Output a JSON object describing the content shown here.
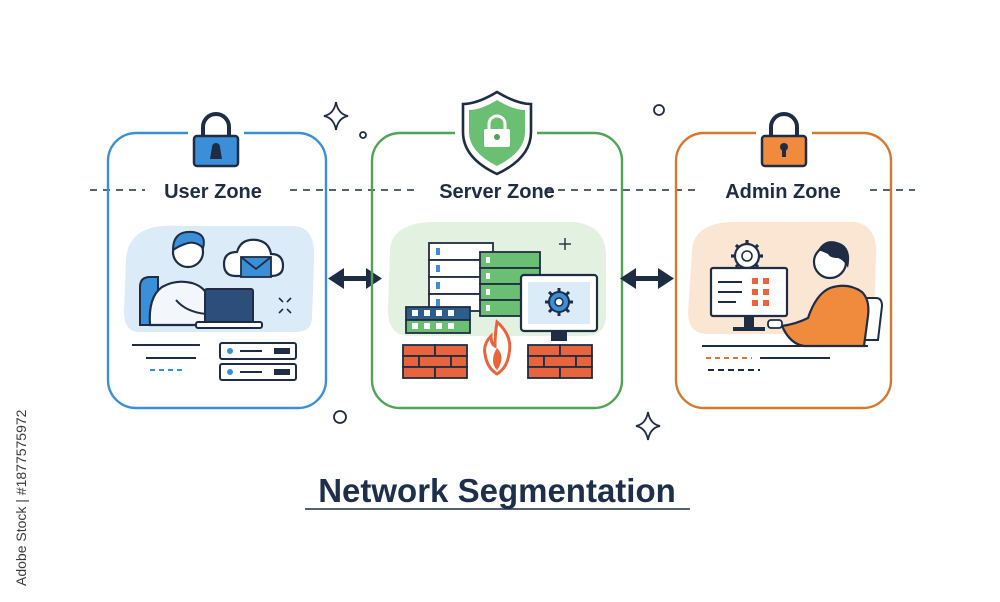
{
  "zones": [
    {
      "name": "User Zone",
      "color": "#3a8fd6",
      "lock_color": "#3b8fd8"
    },
    {
      "name": "Server Zone",
      "color": "#4ea356",
      "lock_color": "#6bbf73"
    },
    {
      "name": "Admin Zone",
      "color": "#d6782f",
      "lock_color": "#f08a3c"
    }
  ],
  "title": "Network Segmentation",
  "watermark": "Adobe Stock | #1877575972",
  "icons": [
    "padlock-icon",
    "shield-lock-icon",
    "firewall-icon",
    "server-rack-icon",
    "gear-icon",
    "cloud-mail-icon",
    "bidirectional-arrow-icon",
    "sparkle-icon"
  ],
  "colors": {
    "ink": "#1f2d44",
    "brick": "#e8643d",
    "user_bg": "#dcebf8",
    "server_bg": "#e3f1e1",
    "admin_bg": "#fbe6d4"
  }
}
